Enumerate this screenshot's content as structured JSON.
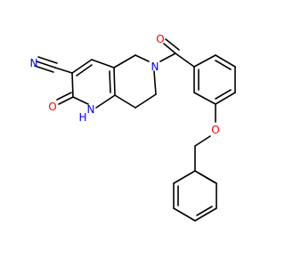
{
  "molecule": {
    "colors": {
      "bond": "#000000",
      "carbon": "#000000",
      "oxygen": "#ff0000",
      "nitrogen": "#0000ff",
      "background": "#ffffff"
    },
    "atoms": {
      "N_nitrile": "N",
      "O_carbonyl_left": "O",
      "N_ring": "H",
      "NH_label": "N",
      "O_carbonyl_right": "O",
      "O_ether": "O"
    }
  }
}
